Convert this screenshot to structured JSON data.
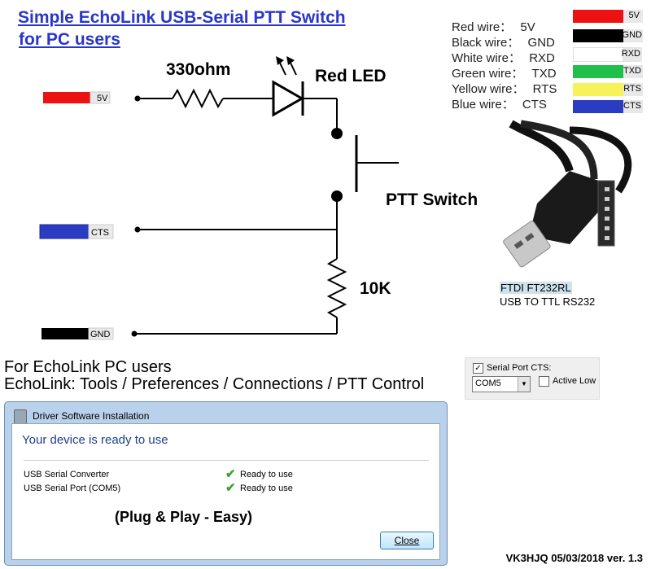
{
  "title_line1": "Simple EchoLink USB-Serial PTT Switch",
  "title_line2": "for PC users",
  "components": {
    "resistor_top": "330ohm",
    "led": "Red LED",
    "switch": "PTT Switch",
    "resistor_bottom": "10K"
  },
  "connectors": {
    "five_v": "5V",
    "cts": "CTS",
    "gnd": "GND"
  },
  "wire_legend": [
    {
      "wire": "Red wire：",
      "signal": "5V",
      "color": "#ee1111",
      "tag": "5V"
    },
    {
      "wire": "Black wire：",
      "signal": "GND",
      "color": "#000000",
      "tag": "GND"
    },
    {
      "wire": "White wire：",
      "signal": "RXD",
      "color": "#ffffff",
      "tag": "RXD"
    },
    {
      "wire": "Green wire：",
      "signal": "TXD",
      "color": "#1fbf4a",
      "tag": "TXD"
    },
    {
      "wire": "Yellow wire：",
      "signal": "RTS",
      "color": "#f5f25a",
      "tag": "RTS"
    },
    {
      "wire": "Blue wire：",
      "signal": "CTS",
      "color": "#2a3cc2",
      "tag": "CTS"
    }
  ],
  "cable": {
    "model": "FTDI FT232RL",
    "desc": "USB TO TTL RS232"
  },
  "instructions": {
    "line1": "For EchoLink PC users",
    "line2": "EchoLink: Tools / Preferences / Connections / PTT Control"
  },
  "serial_panel": {
    "serial_port_cts_label": "Serial Port CTS:",
    "serial_port_cts_checked": true,
    "port_value": "COM5",
    "active_low_label": "Active Low",
    "active_low_checked": false
  },
  "dialog": {
    "title": "Driver Software Installation",
    "heading": "Your device is ready to use",
    "devices": [
      {
        "name": "USB Serial Converter",
        "status": "Ready to use"
      },
      {
        "name": "USB Serial Port (COM5)",
        "status": "Ready to use"
      }
    ],
    "note": "(Plug & Play - Easy)",
    "close_label": "Close"
  },
  "footer": "VK3HJQ 05/03/2018 ver. 1.3"
}
